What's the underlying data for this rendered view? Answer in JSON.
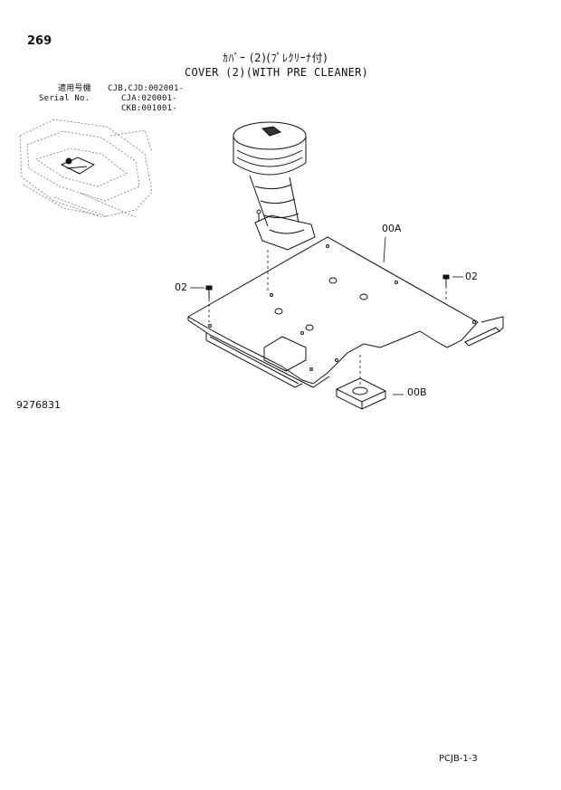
{
  "header": {
    "page_number": "269",
    "title_jp": "ｶﾊﾞｰ (2)(ﾌﾟﾚｸﾘｰﾅ付)",
    "title_en": "COVER (2)(WITH PRE CLEANER)"
  },
  "serial": {
    "label_jp": "適用号機",
    "label_en": "Serial No.",
    "lines": [
      "CJB,CJD:002001-",
      "CJA:020001-",
      "CKB:001001-"
    ]
  },
  "figure": {
    "number": "9276831",
    "callouts": {
      "part_00a": "00A",
      "part_02_right": "02",
      "part_02_left": "02",
      "part_00b": "00B"
    }
  },
  "footer": {
    "page_code": "PCJB-1-3"
  }
}
